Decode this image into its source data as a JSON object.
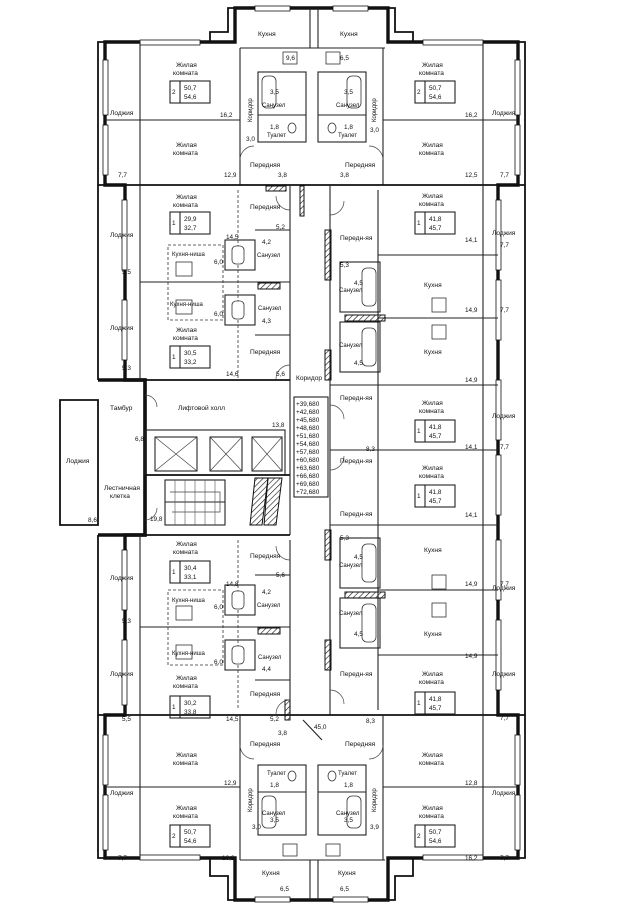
{
  "plan": {
    "rooms": {
      "kitchen": "Кухня",
      "living": "Жилая комната",
      "living_l1": "Жилая",
      "living_l2": "комната",
      "loggia": "Лоджия",
      "corridor": "Коридор",
      "hall": "Передняя",
      "hall_short": "Передн-яя",
      "bathroom": "Санузел",
      "toilet": "Туалет",
      "kitchen_niche": "Кухня-ниша",
      "main_corridor": "Коридор",
      "lift_hall": "Лифтовой холл",
      "tambour": "Тамбур",
      "stair_l1": "Лестничная",
      "stair_l2": "клетка"
    },
    "apartments": [
      {
        "rooms": "2",
        "living_area": "50,7",
        "total_area": "54,6"
      },
      {
        "rooms": "2",
        "living_area": "50,7",
        "total_area": "54,6"
      },
      {
        "rooms": "1",
        "living_area": "29,9",
        "total_area": "32,7"
      },
      {
        "rooms": "1",
        "living_area": "41,8",
        "total_area": "45,7"
      },
      {
        "rooms": "1",
        "living_area": "30,5",
        "total_area": "33,2"
      },
      {
        "rooms": "1",
        "living_area": "41,8",
        "total_area": "45,7"
      },
      {
        "rooms": "1",
        "living_area": "41,8",
        "total_area": "45,7"
      },
      {
        "rooms": "1",
        "living_area": "30,4",
        "total_area": "33,1"
      },
      {
        "rooms": "1",
        "living_area": "30,2",
        "total_area": "33,8"
      },
      {
        "rooms": "1",
        "living_area": "41,8",
        "total_area": "45,7"
      },
      {
        "rooms": "2",
        "living_area": "50,7",
        "total_area": "54,6"
      },
      {
        "rooms": "2",
        "living_area": "50,7",
        "total_area": "54,6"
      }
    ],
    "elevations": [
      "+39,680",
      "+42,680",
      "+45,680",
      "+48,680",
      "+51,680",
      "+54,680",
      "+57,680",
      "+60,680",
      "+63,680",
      "+66,680",
      "+69,680",
      "+72,680"
    ],
    "areas": {
      "a9_6": "9,6",
      "a6_5": "6,5",
      "a3_5": "3,5",
      "a1_8": "1,8",
      "a3_0": "3,0",
      "a3_8": "3,8",
      "a16_2": "16,2",
      "a12_9": "12,9",
      "a12_5": "12,5",
      "a7_7": "7,7",
      "a14_5": "14,5",
      "a4_2": "4,2",
      "a5_2": "5,2",
      "a6_0": "6,0",
      "a4_3": "4,3",
      "a5_5": "5,5",
      "a14_1": "14,1",
      "a5_3": "5,3",
      "a4_5": "4,5",
      "a14_9": "14,9",
      "a14_6": "14,6",
      "a5_6": "5,6",
      "a6_8": "6,8",
      "a13_8": "13,8",
      "a8_3": "8,3",
      "a19_8": "19,8",
      "a8_6": "8,6",
      "a14_8": "14,8",
      "a4_4": "4,4",
      "a45_0": "45,0",
      "a12_8": "12,8",
      "a3_9": "3,9"
    }
  }
}
